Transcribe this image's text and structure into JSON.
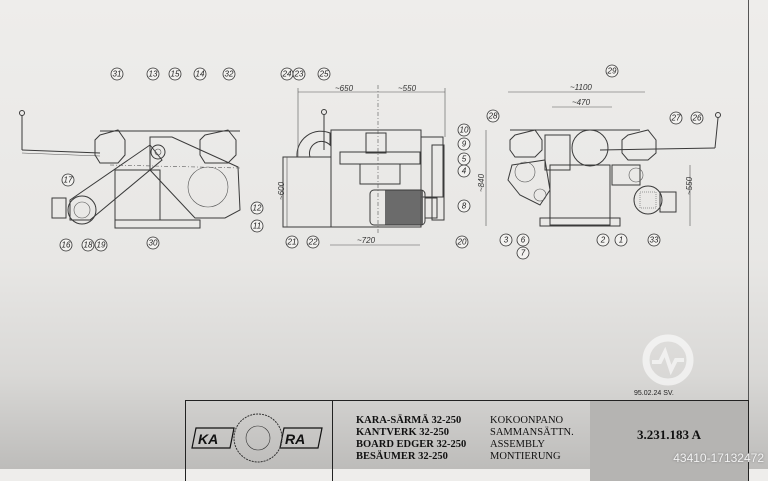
{
  "title_block": {
    "logo": {
      "left": "KA",
      "right": "RA",
      "seal_text": "KALLION KONEPAJA OY RAISIO 1918 FINLAND"
    },
    "product_names": [
      "KARA-SÄRMÄ 32-250",
      "KANTVERK 32-250",
      "BOARD EDGER 32-250",
      "BESÄUMER 32-250"
    ],
    "drawing_type": [
      "KOKOONPANO",
      "SAMMANSÄTTN.",
      "ASSEMBLY",
      "MONTIERUNG"
    ],
    "drawing_number": "3.231.183 A",
    "date_signature": "95.02.24 SV."
  },
  "views": {
    "left_view": {
      "balloons": [
        "31",
        "13",
        "15",
        "14",
        "32",
        "17",
        "12",
        "11",
        "16",
        "18",
        "19",
        "30"
      ]
    },
    "side_view": {
      "balloons": [
        "24",
        "23",
        "25",
        "21",
        "22",
        "20"
      ],
      "dimensions": [
        "~650",
        "~550",
        "~600",
        "~720"
      ]
    },
    "right_view": {
      "balloons": [
        "29",
        "28",
        "27",
        "26",
        "10",
        "9",
        "5",
        "4",
        "8",
        "3",
        "6",
        "7",
        "2",
        "1",
        "33"
      ],
      "dimensions": [
        "~1100",
        "~470",
        "~840",
        "~550"
      ]
    }
  },
  "watermark_id": "43410-17132472"
}
